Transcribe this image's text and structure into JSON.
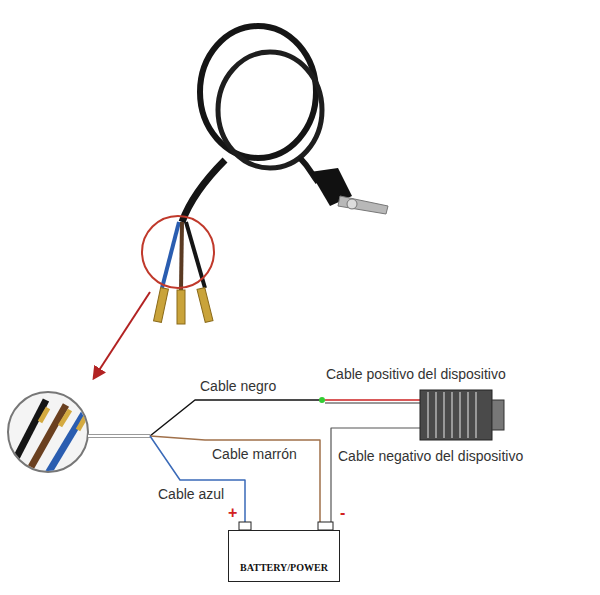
{
  "diagram": {
    "nodes": [
      {
        "text": [
          "BATTERY/POWER"
        ]
      }
    ],
    "labels": [
      "Cable negro",
      "Cable positivo del dispositivo",
      "Cable marrón",
      "Cable negativo del dispositivo",
      "Cable azul",
      "+",
      "-"
    ]
  }
}
